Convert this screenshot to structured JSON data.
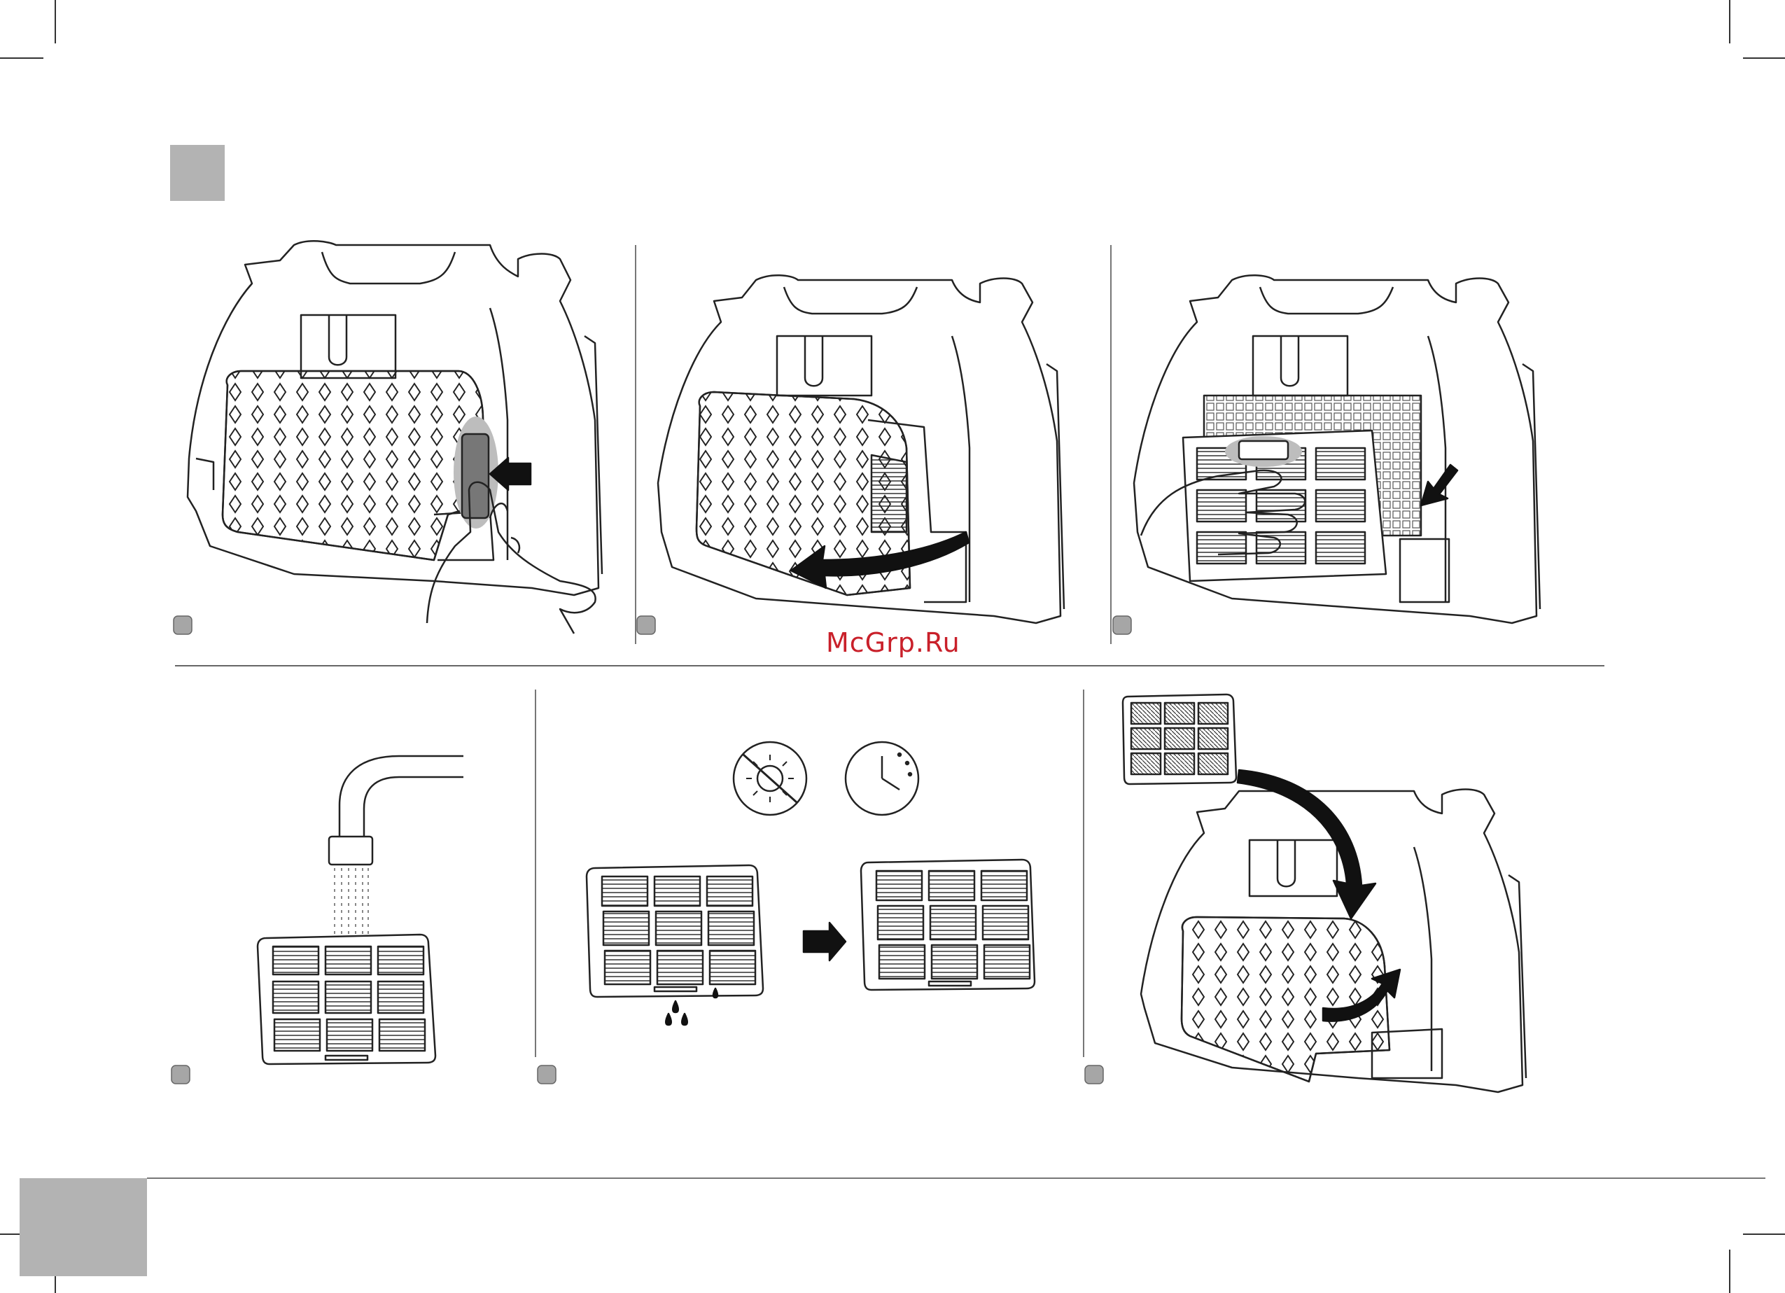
{
  "page": {
    "watermark": "McGrp.Ru",
    "section_marker_color": "#b3b3b3",
    "page_tab_color": "#b3b3b3",
    "step_badge_color": "#a6a6a6",
    "line_color": "#222222"
  },
  "steps": [
    {
      "id": 1,
      "icons": [
        "vacuum-body-icon",
        "filter-grille-icon",
        "hand-icon",
        "push-arrow-icon"
      ]
    },
    {
      "id": 2,
      "icons": [
        "vacuum-body-icon",
        "filter-grille-icon",
        "curved-open-arrow-icon"
      ]
    },
    {
      "id": 3,
      "icons": [
        "vacuum-body-icon",
        "hepa-filter-icon",
        "hand-icon",
        "pull-arrow-icon"
      ]
    },
    {
      "id": 4,
      "icons": [
        "water-tap-icon",
        "hepa-filter-icon"
      ]
    },
    {
      "id": 5,
      "icons": [
        "no-sun-icon",
        "clock-icon",
        "wet-filter-icon",
        "dry-filter-icon",
        "arrow-right-icon"
      ]
    },
    {
      "id": 6,
      "icons": [
        "hepa-filter-icon",
        "vacuum-body-icon",
        "curved-insert-arrow-icon"
      ]
    }
  ]
}
